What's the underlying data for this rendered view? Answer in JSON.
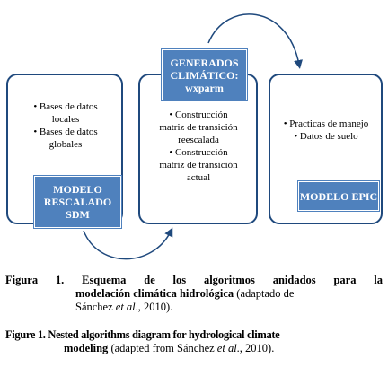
{
  "diagram": {
    "left_box": {
      "items": [
        "• Bases de datos",
        "locales",
        "• Bases de datos",
        "globales"
      ],
      "label": [
        "MODELO",
        "RESCALADO",
        "SDM"
      ]
    },
    "mid_box": {
      "items": [
        "• Construcción",
        "matriz de transición",
        "reescalada",
        "• Construcción",
        "matriz de transición",
        "actual"
      ],
      "label": [
        "GENERADOS",
        "CLIMÁTICO:",
        "wxparm"
      ]
    },
    "right_box": {
      "items": [
        "• Practicas de manejo",
        "• Datos de suelo"
      ],
      "label": [
        "MODELO EPIC"
      ]
    },
    "colors": {
      "border": "#1f497d",
      "label_fill": "#4f81bd",
      "label_text": "#ffffff",
      "arrow": "#1f497d"
    }
  },
  "captions": {
    "es": {
      "lead": "Figura 1.",
      "line1_bold": "Esquema de los algoritmos anidados para la",
      "line2_bold": "modelación climática hidrológica",
      "line2_rest": "(adaptado de",
      "line3_a": "Sánchez",
      "line3_et": "et al",
      "line3_b": "., 2010)."
    },
    "en": {
      "lead": "Figure 1.",
      "line1_bold": "Nested algorithms diagram for hydrological climate",
      "line2_bold": "modeling",
      "line2_a": "(adapted from Sánchez",
      "line2_et": "et al",
      "line2_b": "., 2010)."
    }
  }
}
